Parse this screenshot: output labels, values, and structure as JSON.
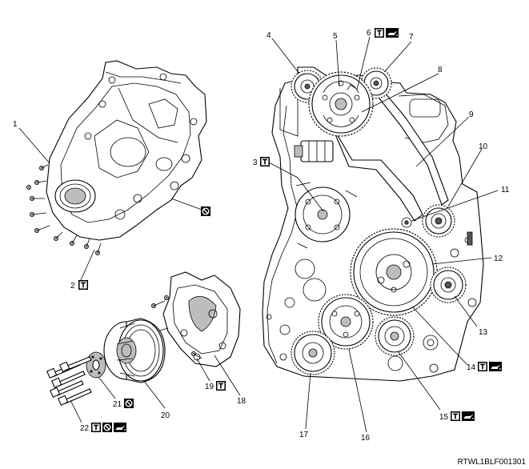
{
  "figure_code": "RTWL1BLF001301",
  "callouts": [
    {
      "id": "1",
      "label": "1",
      "symbols": []
    },
    {
      "id": "2",
      "label": "2",
      "symbols": [
        "torque"
      ]
    },
    {
      "id": "3",
      "label": "3",
      "symbols": [
        "torque"
      ]
    },
    {
      "id": "4",
      "label": "4",
      "symbols": []
    },
    {
      "id": "5",
      "label": "5",
      "symbols": []
    },
    {
      "id": "6",
      "label": "6",
      "symbols": [
        "torque",
        "oil"
      ]
    },
    {
      "id": "7",
      "label": "7",
      "symbols": []
    },
    {
      "id": "8",
      "label": "8",
      "symbols": []
    },
    {
      "id": "9",
      "label": "9",
      "symbols": []
    },
    {
      "id": "10",
      "label": "10",
      "symbols": []
    },
    {
      "id": "11",
      "label": "11",
      "symbols": []
    },
    {
      "id": "12",
      "label": "12",
      "symbols": []
    },
    {
      "id": "13",
      "label": "13",
      "symbols": []
    },
    {
      "id": "14",
      "label": "14",
      "symbols": [
        "torque",
        "oil"
      ]
    },
    {
      "id": "15",
      "label": "15",
      "symbols": [
        "torque",
        "oil"
      ]
    },
    {
      "id": "16",
      "label": "16",
      "symbols": []
    },
    {
      "id": "17",
      "label": "17",
      "symbols": []
    },
    {
      "id": "18",
      "label": "18",
      "symbols": []
    },
    {
      "id": "19",
      "label": "19",
      "symbols": [
        "torque"
      ]
    },
    {
      "id": "20",
      "label": "20",
      "symbols": []
    },
    {
      "id": "21",
      "label": "21",
      "symbols": [
        "no-reuse"
      ]
    },
    {
      "id": "22",
      "label": "22",
      "symbols": [
        "torque",
        "no-reuse",
        "oil"
      ]
    }
  ],
  "standalone_symbols": [
    {
      "id": "cover-gasket",
      "symbol": "no-reuse"
    }
  ],
  "symbol_legend": {
    "torque": {
      "glyph": "T",
      "meaning_icon": "torque-wrench-icon"
    },
    "oil": {
      "glyph": "",
      "meaning_icon": "oil-can-icon"
    },
    "no-reuse": {
      "glyph": "",
      "meaning_icon": "prohibited-icon"
    }
  }
}
